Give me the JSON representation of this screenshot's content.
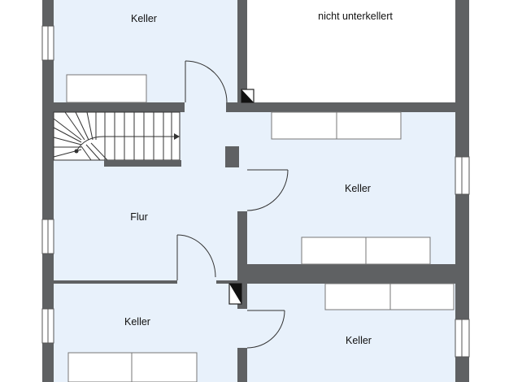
{
  "colors": {
    "wall": "#5f6163",
    "room_fill": "#e8f1fb",
    "unexcavated_fill": "#ffffff",
    "furniture_fill": "#ffffff",
    "line": "#333333"
  },
  "rooms": {
    "top_left": {
      "label": "Keller"
    },
    "top_right": {
      "label": "nicht unterkellert"
    },
    "middle_right": {
      "label": "Keller"
    },
    "hallway": {
      "label": "Flur"
    },
    "bottom_left": {
      "label": "Keller"
    },
    "bottom_right": {
      "label": "Keller"
    }
  },
  "icons": {
    "stairs": "staircase-icon",
    "shafts": "chimney-shaft-icon",
    "windows": "window-icon",
    "doors": "door-swing-icon"
  }
}
